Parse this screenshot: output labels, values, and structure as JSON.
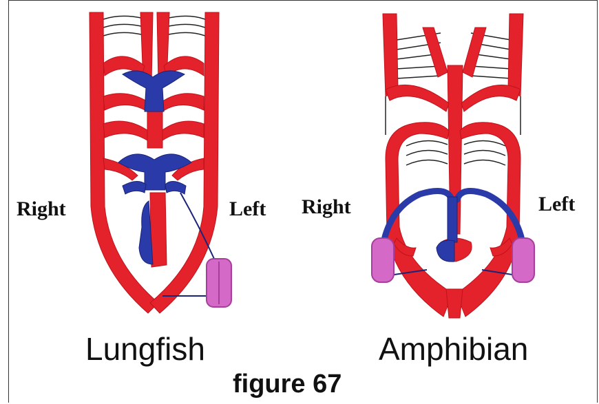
{
  "diagrams": [
    {
      "name": "Lungfish",
      "left_label": "Right",
      "right_label": "Left"
    },
    {
      "name": "Amphibian",
      "left_label": "Right",
      "right_label": "Left"
    }
  ],
  "caption": "figure 67",
  "colors": {
    "artery": "#e3222b",
    "vein": "#2a3aa8",
    "lung": "#d569c8",
    "outline": "#1a1a1a"
  }
}
